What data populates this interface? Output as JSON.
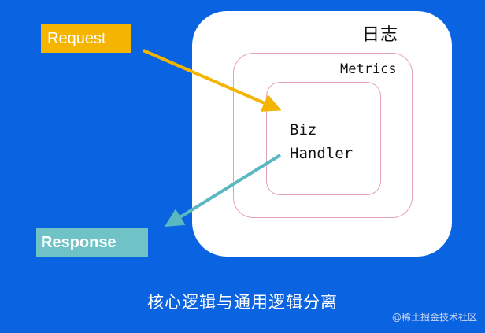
{
  "diagram": {
    "layers": {
      "outer_label": "日志",
      "middle_label": "Metrics",
      "inner_label_lines": [
        "Biz",
        "Handler"
      ]
    },
    "request_label": "Request",
    "response_label": "Response",
    "caption": "核心逻辑与通用逻辑分离",
    "watermark": "@稀土掘金技术社区",
    "colors": {
      "background": "#0a63e0",
      "request": "#f5b400",
      "response": "#6fc3c6",
      "request_arrow": "#f5b400",
      "response_arrow": "#5ab8c0",
      "inner_border": "#e2a2bd"
    }
  }
}
